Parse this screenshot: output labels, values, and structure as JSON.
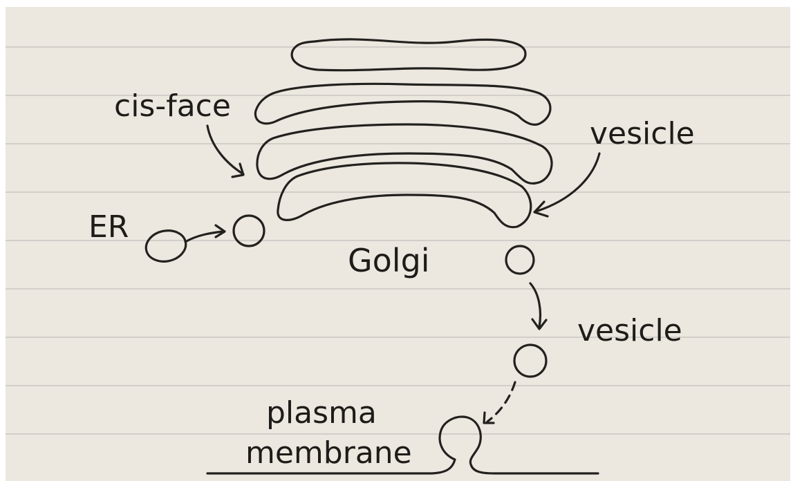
{
  "colors": {
    "paper": "#ece7df",
    "rule_line": "#c9c6c1",
    "ink": "#23211e"
  },
  "labels": {
    "cis_face": "cis-face",
    "vesicle_top": "vesicle",
    "er": "ER",
    "golgi": "Golgi",
    "vesicle_mid": "vesicle",
    "plasma": "plasma",
    "membrane": "membrane"
  }
}
